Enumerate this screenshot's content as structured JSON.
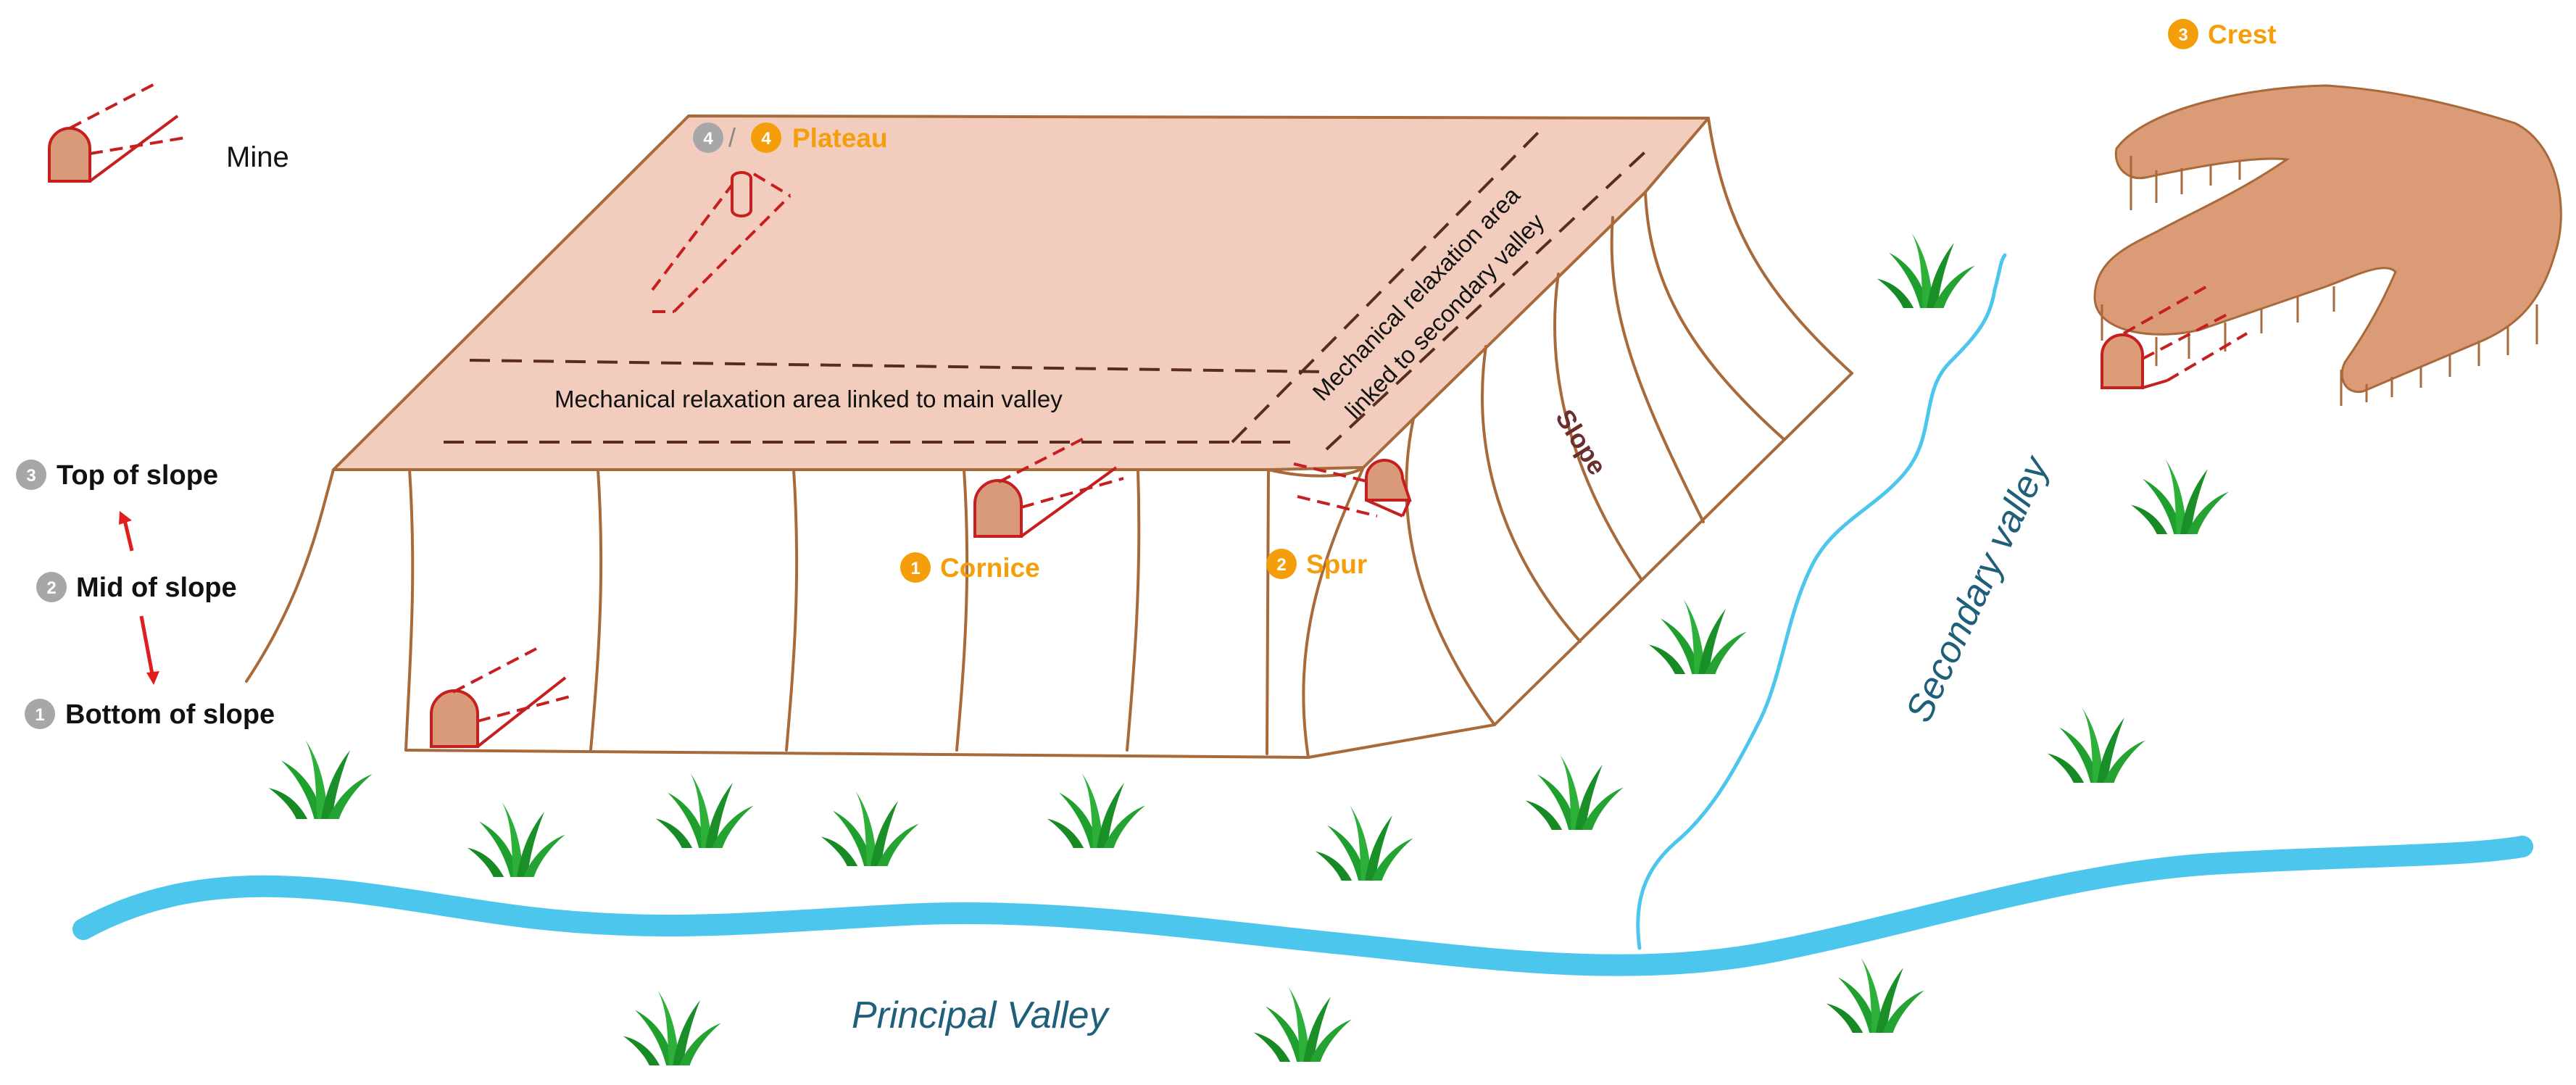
{
  "legend": {
    "mine_label": "Mine"
  },
  "slope_levels": {
    "top": {
      "number": "3",
      "label": "Top of slope"
    },
    "mid": {
      "number": "2",
      "label": "Mid of slope"
    },
    "bottom": {
      "number": "1",
      "label": "Bottom of slope"
    }
  },
  "landforms": {
    "plateau": {
      "number_grey": "4",
      "separator": "/",
      "number": "4",
      "label": "Plateau"
    },
    "cornice": {
      "number": "1",
      "label": "Cornice"
    },
    "spur": {
      "number": "2",
      "label": "Spur"
    },
    "crest": {
      "number": "3",
      "label": "Crest"
    },
    "slope_label": "Slope"
  },
  "relaxation_areas": {
    "main": "Mechanical relaxation area linked to main valley",
    "secondary_line1": "Mechanical relaxation area",
    "secondary_line2": "linked to secondary valley"
  },
  "valleys": {
    "principal": "Principal Valley",
    "secondary": "Secondary valley"
  },
  "colors": {
    "plateau_fill": "#f2cdbd",
    "crest_fill": "#db9b76",
    "outline": "#a86a3a",
    "mine": "#c61f1f",
    "mine_fill": "#d99a7a",
    "river": "#4cc6ec",
    "accent_orange": "#f59e0b",
    "badge_grey": "#a7a7a7",
    "grass": "#1fa02e"
  }
}
